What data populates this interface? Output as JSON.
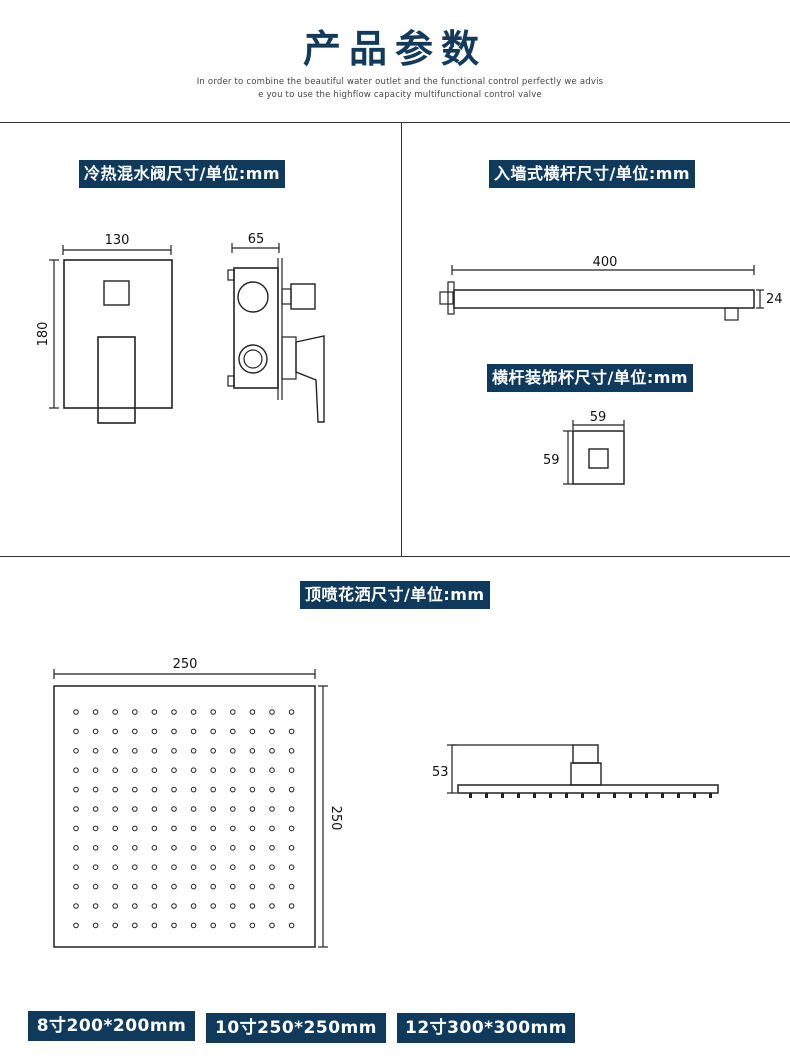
{
  "header": {
    "title": "产品参数",
    "subtitle_line1": "In order to combine the beautiful water outlet and the functional control perfectly  we advis",
    "subtitle_line2": "e you to use the highflow capacity multifunctional control valve"
  },
  "sections": {
    "valve": {
      "label": "冷热混水阀尺寸/单位:mm",
      "width": "130",
      "height": "180",
      "depth": "65"
    },
    "arm": {
      "label": "入墙式横杆尺寸/单位:mm",
      "length": "400",
      "thickness": "24"
    },
    "cup": {
      "label": "横杆装饰杯尺寸/单位:mm",
      "width": "59",
      "height": "59"
    },
    "shower": {
      "label": "顶喷花洒尺寸/单位:mm",
      "width": "250",
      "height": "250",
      "side_height": "53"
    }
  },
  "sizes": [
    {
      "label": "8寸200*200mm"
    },
    {
      "label": "10寸250*250mm"
    },
    {
      "label": "12寸300*300mm"
    }
  ],
  "colors": {
    "accent": "#0f3a5c",
    "title": "#123a5a",
    "line": "#333333"
  }
}
